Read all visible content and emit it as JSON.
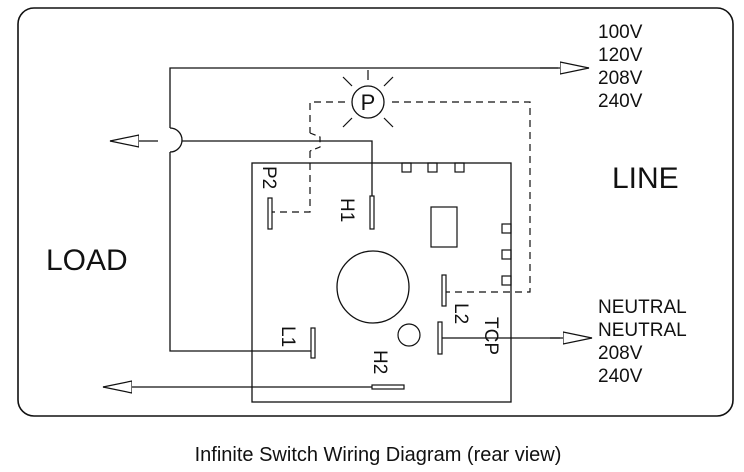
{
  "diagram": {
    "caption": "Infinite Switch Wiring Diagram (rear view)",
    "side_labels": {
      "load": "LOAD",
      "line": "LINE"
    },
    "line_voltages": [
      "100V",
      "120V",
      "208V",
      "240V"
    ],
    "neutral_voltages": [
      "NEUTRAL",
      "NEUTRAL",
      "208V",
      "240V"
    ],
    "pilot_label": "P",
    "terminals": {
      "p2": "P2",
      "h1": "H1",
      "l1": "L1",
      "l2": "L2",
      "h2": "H2",
      "tcp": "TCP"
    }
  }
}
